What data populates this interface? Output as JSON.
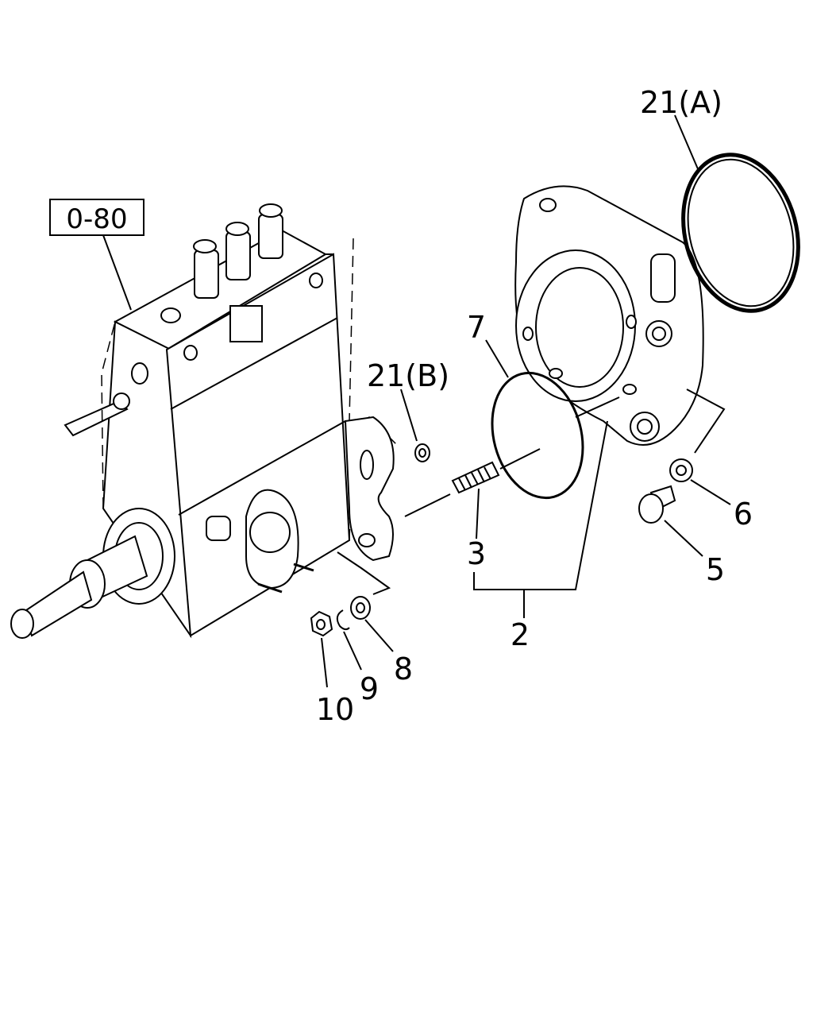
{
  "reference_box": "0-80",
  "callouts": {
    "c21a": "21(A)",
    "c21b": "21(B)",
    "c7": "7",
    "c3": "3",
    "c2": "2",
    "c6": "6",
    "c5": "5",
    "c8": "8",
    "c9": "9",
    "c10": "10"
  },
  "colors": {
    "ink": "#000000",
    "paper": "#ffffff"
  }
}
